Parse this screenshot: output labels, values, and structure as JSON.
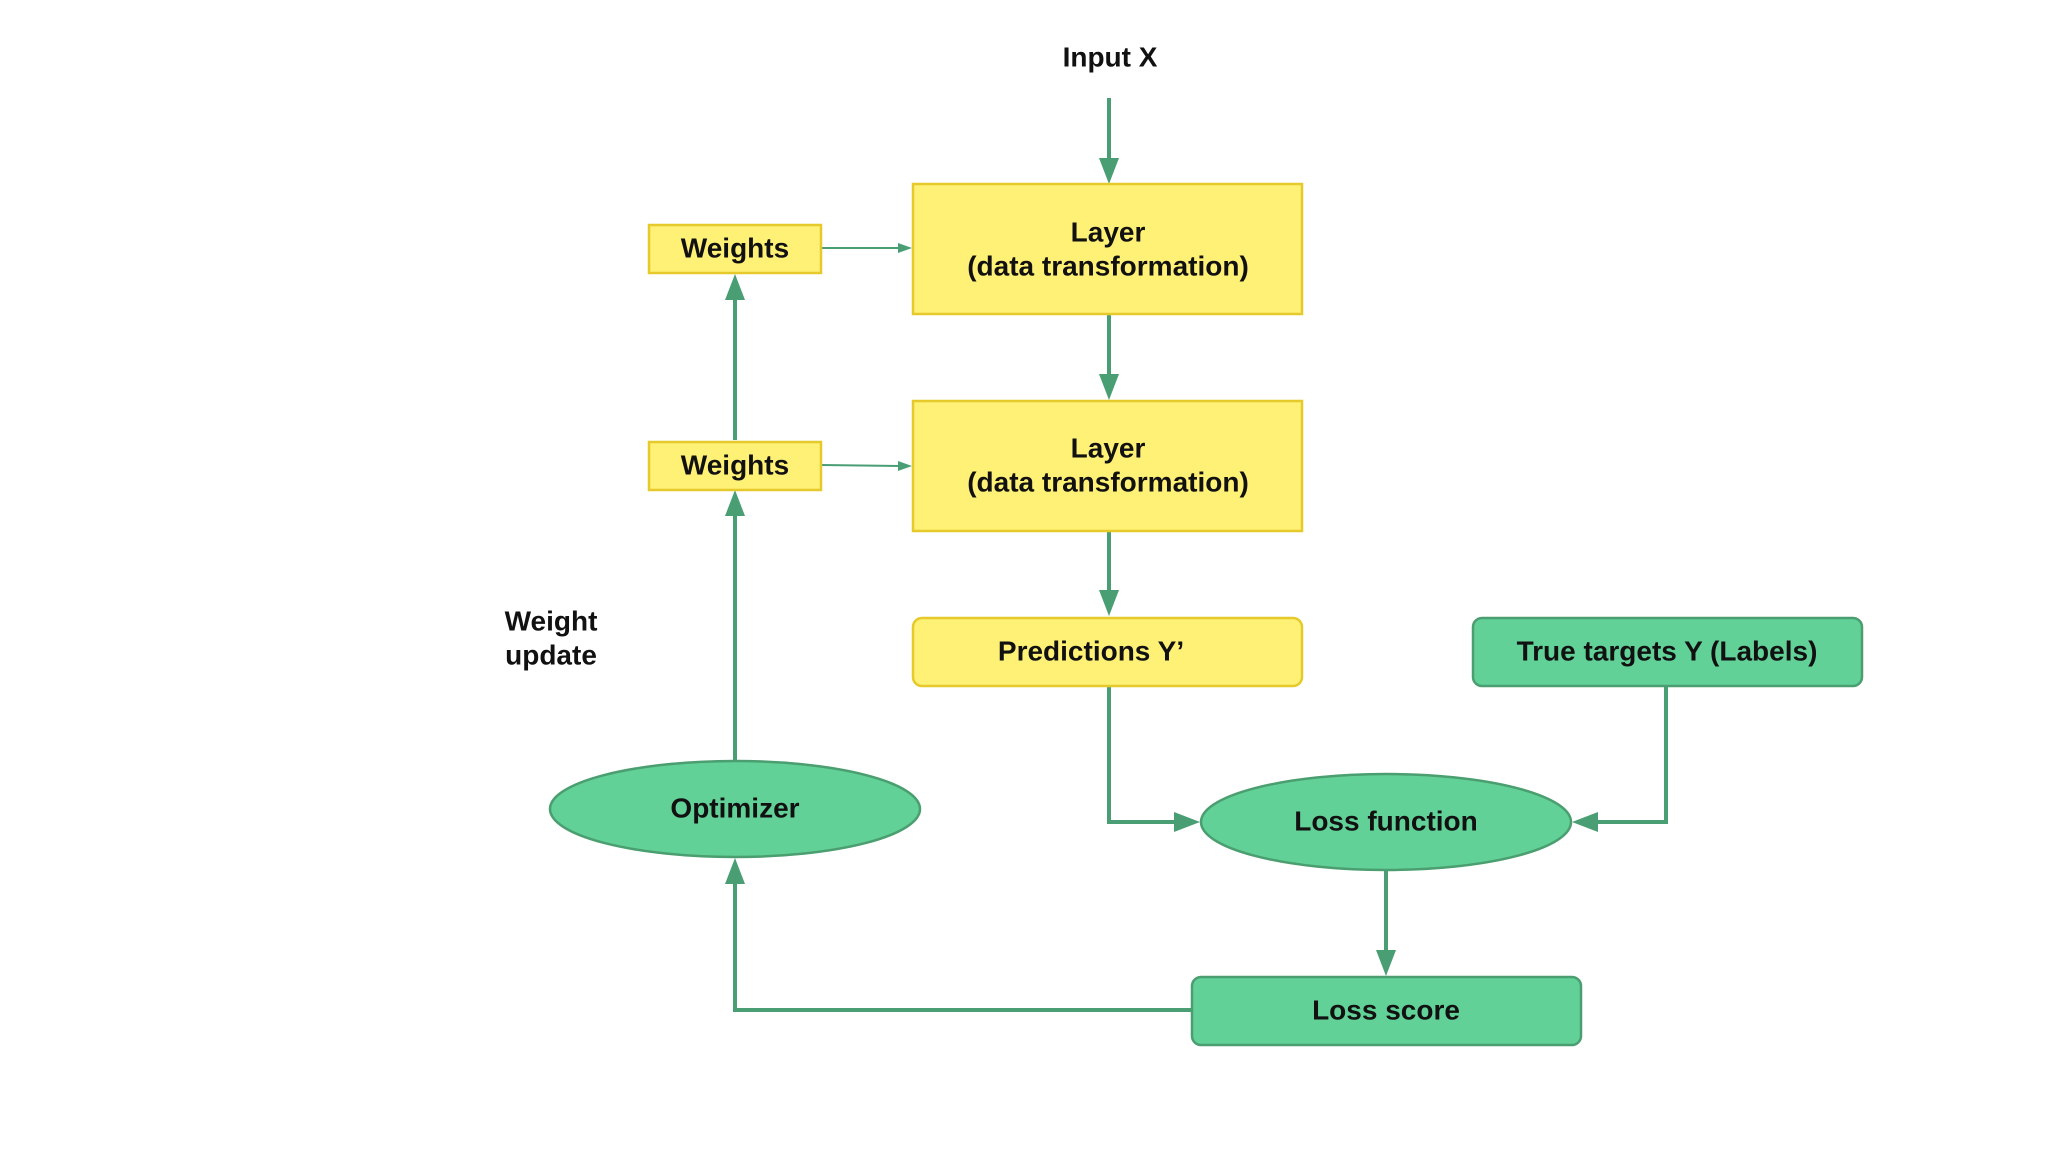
{
  "diagram": {
    "input_label": "Input X",
    "layer1": {
      "title": "Layer",
      "subtitle": "(data transformation)"
    },
    "layer2": {
      "title": "Layer",
      "subtitle": "(data transformation)"
    },
    "weights1_label": "Weights",
    "weights2_label": "Weights",
    "predictions_label": "Predictions Y’",
    "true_targets_label": "True targets Y (Labels)",
    "loss_function_label": "Loss function",
    "loss_score_label": "Loss score",
    "optimizer_label": "Optimizer",
    "weight_update_line1": "Weight",
    "weight_update_line2": "update"
  },
  "colors": {
    "yellow_fill": "#fff176",
    "yellow_border": "#e6c92a",
    "green_fill": "#62d198",
    "green_border": "#4a9e6f",
    "arrow": "#4a9e74"
  }
}
